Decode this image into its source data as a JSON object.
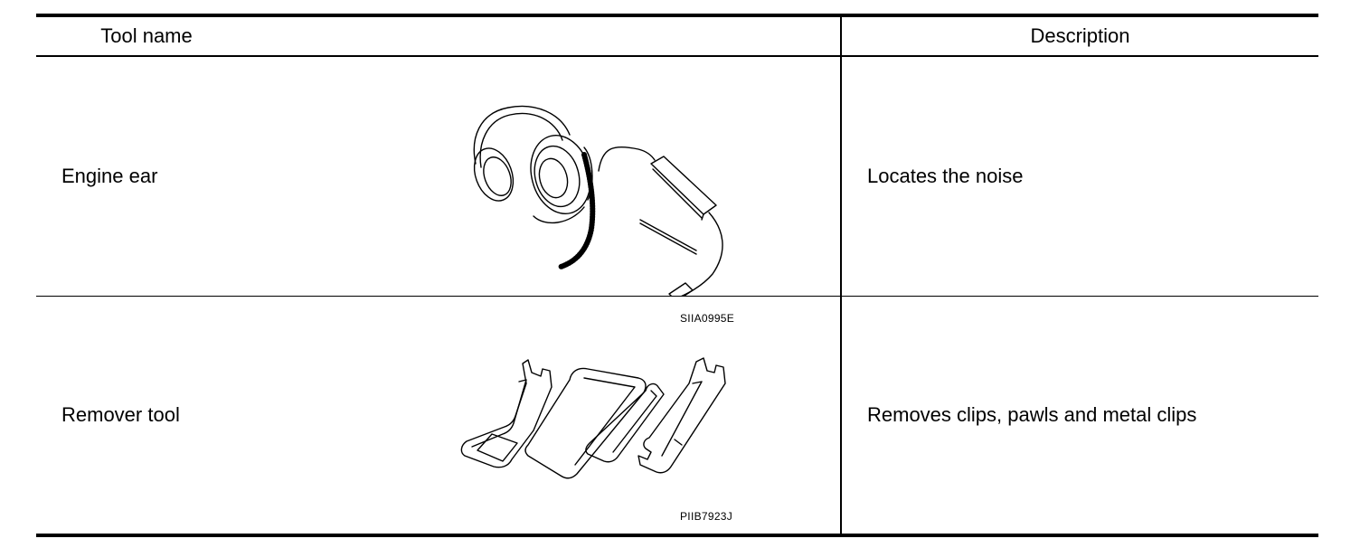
{
  "table": {
    "headers": {
      "tool_name": "Tool name",
      "description": "Description"
    },
    "rows": [
      {
        "tool_name": "Engine ear",
        "figure_code": "SIIA0995E",
        "illustration_icon": "engine-ear-headphones-icon",
        "description": "Locates the noise"
      },
      {
        "tool_name": "Remover tool",
        "figure_code": "PIIB7923J",
        "illustration_icon": "remover-tool-set-icon",
        "description": "Removes clips, pawls and metal clips"
      }
    ]
  },
  "colors": {
    "line": "#000000",
    "background": "#ffffff"
  }
}
